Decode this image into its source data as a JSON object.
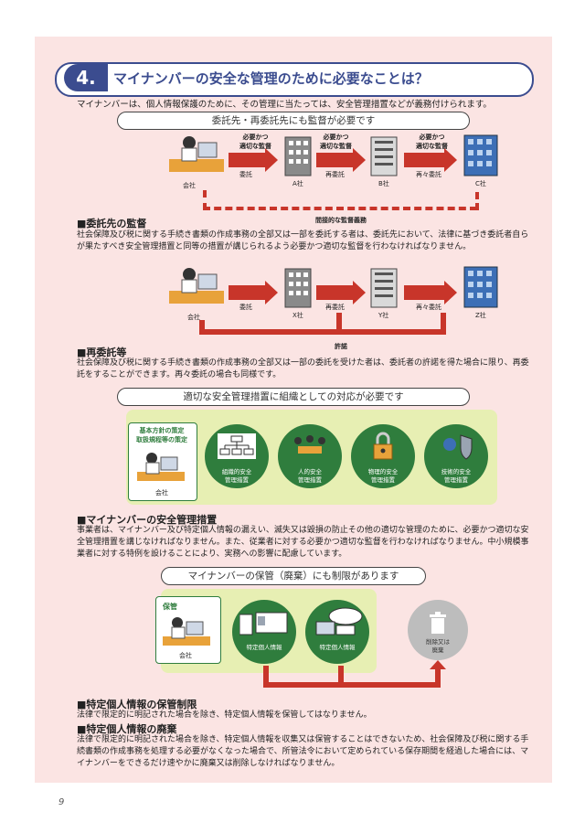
{
  "title": {
    "number": "4.",
    "text": "マイナンバーの安全な管理のために必要なことは？"
  },
  "intro": "マイナンバーは、個人情報保護のために、その管理に当たっては、安全管理措置などが義務付けられます。",
  "section1": {
    "bar": "委託先・再委託先にも監督が必要です",
    "company": "会社",
    "labels_top": [
      "必要かつ\n適切な監督",
      "必要かつ\n適切な監督",
      "必要かつ\n適切な監督"
    ],
    "arrow_labels": [
      "委託",
      "再委託",
      "再々委託"
    ],
    "buildings": [
      "A社",
      "B社",
      "C社"
    ],
    "indirect": "間接的な監督義務",
    "heading": "■委託先の監督",
    "para": "社会保障及び税に関する手続き書類の作成事務の全部又は一部を委託する者は、委託先において、法律に基づき委託者自らが果たすべき安全管理措置と同等の措置が講じられるよう必要かつ適切な監督を行わなければなりません。"
  },
  "section2": {
    "company": "会社",
    "arrow_labels": [
      "委託",
      "再委託",
      "再々委託"
    ],
    "buildings": [
      "X社",
      "Y社",
      "Z社"
    ],
    "permission": "許諾",
    "heading": "■再委託等",
    "para": "社会保障及び税に関する手続き書類の作成事務の全部又は一部の委託を受けた者は、委託者の許諾を得た場合に限り、再委託をすることができます。再々委託の場合も同様です。"
  },
  "section3": {
    "bar": "適切な安全管理措置に組織としての対応が必要です",
    "policy": "基本方針の策定\n取扱規程等の策定",
    "company": "会社",
    "measures": [
      "組織的安全\n管理措置",
      "人的安全\n管理措置",
      "物理的安全\n管理措置",
      "技術的安全\n管理措置"
    ],
    "heading": "■マイナンバーの安全管理措置",
    "para": "事業者は、マイナンバー及び特定個人情報の漏えい、滅失又は毀損の防止その他の適切な管理のために、必要かつ適切な安全管理措置を講じなければなりません。また、従業者に対する必要かつ適切な監督を行わなければなりません。中小規模事業者に対する特例を設けることにより、実務への影響に配慮しています。"
  },
  "section4": {
    "bar": "マイナンバーの保管（廃棄）にも制限があります",
    "storage": "保管",
    "company": "会社",
    "items": [
      "特定個人情報",
      "特定個人情報"
    ],
    "dispose": "削除又は\n廃棄",
    "heading1": "■特定個人情報の保管制限",
    "para1": "法律で限定的に明記された場合を除き、特定個人情報を保管してはなりません。",
    "heading2": "■特定個人情報の廃棄",
    "para2": "法律で限定的に明記された場合を除き、特定個人情報を収集又は保管することはできないため、社会保障及び税に関する手続書類の作成事務を処理する必要がなくなった場合で、所管法令において定められている保存期間を経過した場合には、マイナンバーをできるだけ速やかに廃棄又は削除しなければなりません。"
  },
  "page_number": "9",
  "colors": {
    "accent": "#3b4c8f",
    "arrow": "#c8352a",
    "green": "#2f7d3d",
    "panel": "#e7efb3",
    "page": "#fbe4e3"
  }
}
